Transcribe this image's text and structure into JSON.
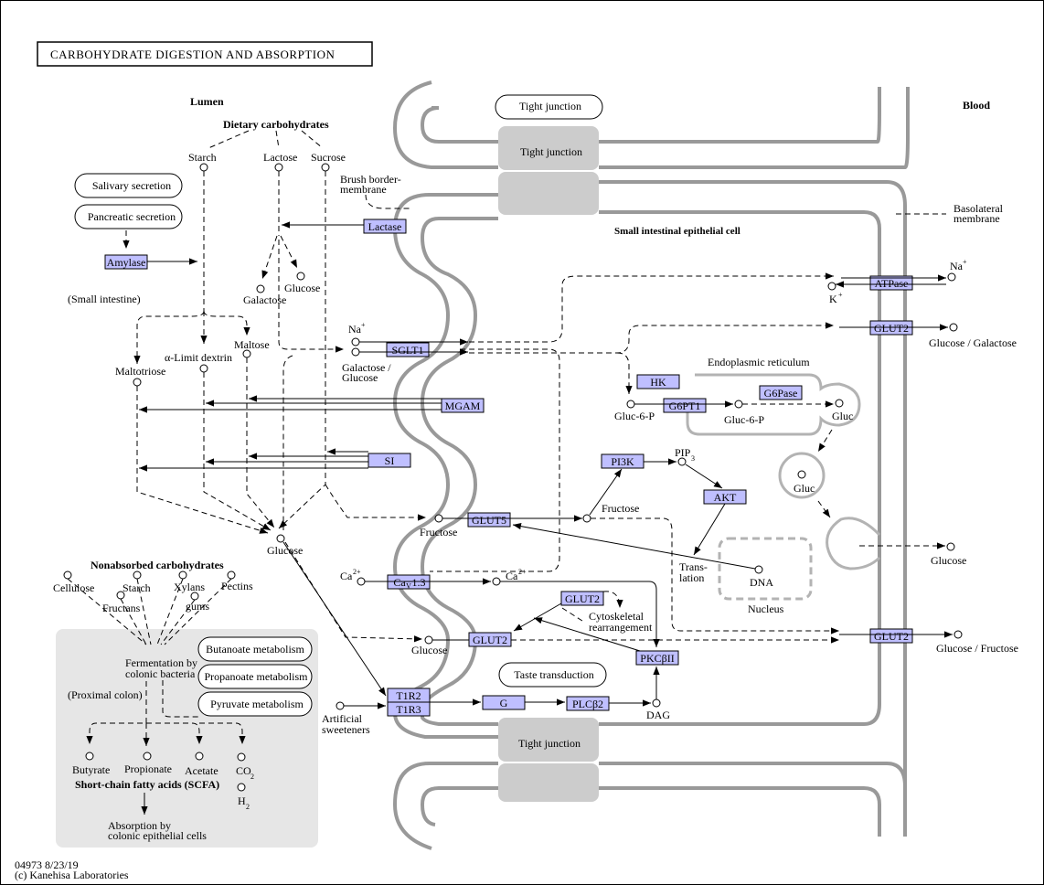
{
  "title": "CARBOHYDRATE DIGESTION AND ABSORPTION",
  "footer": {
    "id": "04973 8/23/19",
    "copyright": "(c) Kanehisa Laboratories"
  },
  "regions": {
    "lumen": "Lumen",
    "blood": "Blood",
    "cell": "Small intestinal epithelial cell",
    "small_intestine": "(Small intestine)",
    "proximal_colon": "(Proximal colon)",
    "er": "Endoplasmic reticulum",
    "nucleus": "Nucleus",
    "basolateral": [
      "Basolateral",
      "membrane"
    ],
    "brush_border": [
      "Brush border-",
      "membrane"
    ]
  },
  "tight_junctions": [
    "Tight junction",
    "Tight junction",
    "Tight junction"
  ],
  "genes": {
    "amylase": "Amylase",
    "lactase": "Lactase",
    "sglt1": "SGLT1",
    "mgam": "MGAM",
    "si": "SI",
    "glut5": "GLUT5",
    "cav13_main": "Ca",
    "cav13_sub": "V",
    "cav13_tail": "1.3",
    "glut2_apical": "GLUT2",
    "glut2_vesicle": "GLUT2",
    "t1r2": "T1R2",
    "t1r3": "T1R3",
    "g": "G",
    "plcb2": "PLCβ2",
    "pkcb2": "PKCβII",
    "hk": "HK",
    "g6pt1": "G6PT1",
    "g6pase": "G6Pase",
    "pi3k": "PI3K",
    "akt": "AKT",
    "atpase": "ATPase",
    "glut2_baso1": "GLUT2",
    "glut2_baso2": "GLUT2"
  },
  "pathways": {
    "salivary": "Salivary secretion",
    "pancreatic": "Pancreatic secretion",
    "butanoate": "Butanoate metabolism",
    "propanoate": "Propanoate metabolism",
    "pyruvate": "Pyruvate metabolism",
    "taste": "Taste transduction"
  },
  "labels": {
    "dietary": "Dietary carbohydrates",
    "starch": "Starch",
    "lactose": "Lactose",
    "sucrose": "Sucrose",
    "galactose": "Galactose",
    "glucose_lactase": "Glucose",
    "maltose": "Maltose",
    "alpha_limit": "α-Limit dextrin",
    "maltotriose": "Maltotriose",
    "na": "Na",
    "na_sup": "+",
    "gal_glc": [
      "Galactose /",
      "Glucose"
    ],
    "glucose_lumen": "Glucose",
    "fructose_lumen": "Fructose",
    "fructose_cell": "Fructose",
    "ca_lumen": "Ca",
    "ca_sup": "2+",
    "ca_cell": "Ca",
    "glucose_glut2": "Glucose",
    "artificial": [
      "Artificial",
      "sweeteners"
    ],
    "dag": "DAG",
    "cyto": [
      "Cytoskeletal",
      "rearrangement"
    ],
    "translation": [
      "Trans-",
      "lation"
    ],
    "dna": "DNA",
    "pip3": "PIP",
    "pip3_sub": "3",
    "gluc6p_a": "Gluc-6-P",
    "gluc6p_b": "Gluc-6-P",
    "gluc_er": "Gluc",
    "gluc_vesicle": "Gluc",
    "na_blood": "Na",
    "k_blood": "K",
    "k_sup": "+",
    "glc_gal_blood": "Glucose / Galactose",
    "glucose_blood": "Glucose",
    "glc_fru_blood": "Glucose / Fructose",
    "nonabsorbed": "Nonabsorbed carbohydrates",
    "cellulose": "Cellulose",
    "starch2": "Starch",
    "xylans": "Xylans",
    "pectins": "Pectins",
    "fructans": "Fructans",
    "gums": "gums",
    "fermentation": [
      "Fermentation by",
      "colonic bacteria"
    ],
    "butyrate": "Butyrate",
    "propionate": "Propionate",
    "acetate": "Acetate",
    "co2": "CO",
    "co2_sub": "2",
    "h2": "H",
    "h2_sub": "2",
    "scfa": "Short-chain fatty acids (SCFA)",
    "absorption": [
      "Absorption by",
      "colonic epithelial cells"
    ]
  },
  "colors": {
    "gene_fill": "#BFBFFF",
    "membrane": "#999999",
    "junction": "#CCCCCC",
    "colon_bg": "#E6E6E6"
  }
}
